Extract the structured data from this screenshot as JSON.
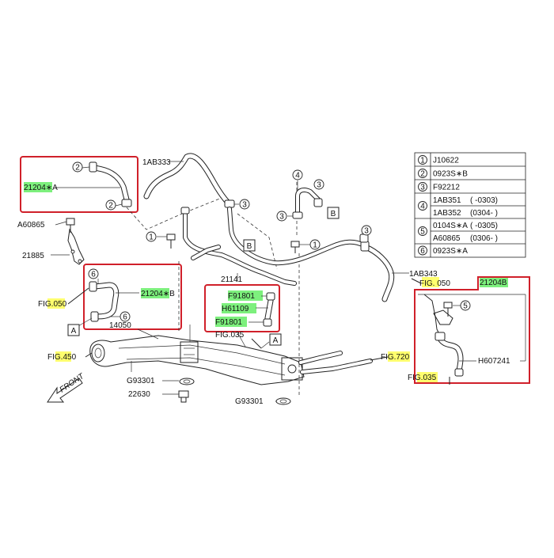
{
  "labels": {
    "l_1ab333": "1AB333",
    "l_21204a": "21204∗A",
    "l_a60865": "A60865",
    "l_21885": "21885",
    "l_fig050_left": "FIG.050",
    "l_21204b_left": "21204∗B",
    "l_box_a_left": "A",
    "l_14050": "14050",
    "l_fig450": "FIG.450",
    "l_g93301_a": "G93301",
    "l_22630": "22630",
    "l_front": "FRONT",
    "l_21141": "21141",
    "l_box_b_mid": "B",
    "l_box_b_top": "B",
    "l_f91801_a": "F91801",
    "l_h61109": "H61109",
    "l_f91801_b": "F91801",
    "l_fig035_mid": "FIG.035",
    "l_box_a_mid": "A",
    "l_fig720": "FIG.720",
    "l_g93301_b": "G93301",
    "l_1ab343": "1AB343",
    "l_fig050_right": "FIG. 050",
    "l_21204b_right": "21204B",
    "l_h607241": "H607241",
    "l_fig035_right": "FIG.035"
  },
  "callouts": [
    "1",
    "2",
    "3",
    "4",
    "5",
    "6"
  ],
  "legend_table": [
    {
      "key": "1",
      "parts": [
        {
          "code": "J10622",
          "range": ""
        }
      ]
    },
    {
      "key": "2",
      "parts": [
        {
          "code": "0923S∗B",
          "range": ""
        }
      ]
    },
    {
      "key": "3",
      "parts": [
        {
          "code": "F92212",
          "range": ""
        }
      ]
    },
    {
      "key": "4",
      "parts": [
        {
          "code": "1AB351",
          "range": "(      -0303)"
        },
        {
          "code": "1AB352",
          "range": "(0304-      )"
        }
      ]
    },
    {
      "key": "5",
      "parts": [
        {
          "code": "0104S∗A",
          "range": "(      -0305)"
        },
        {
          "code": "A60865",
          "range": "(0306-      )"
        }
      ]
    },
    {
      "key": "6",
      "parts": [
        {
          "code": "0923S∗A",
          "range": ""
        }
      ]
    }
  ],
  "colors": {
    "highlight_green": "#7df07d",
    "highlight_yellow": "#ffff6e",
    "box_red": "#d0202a"
  }
}
